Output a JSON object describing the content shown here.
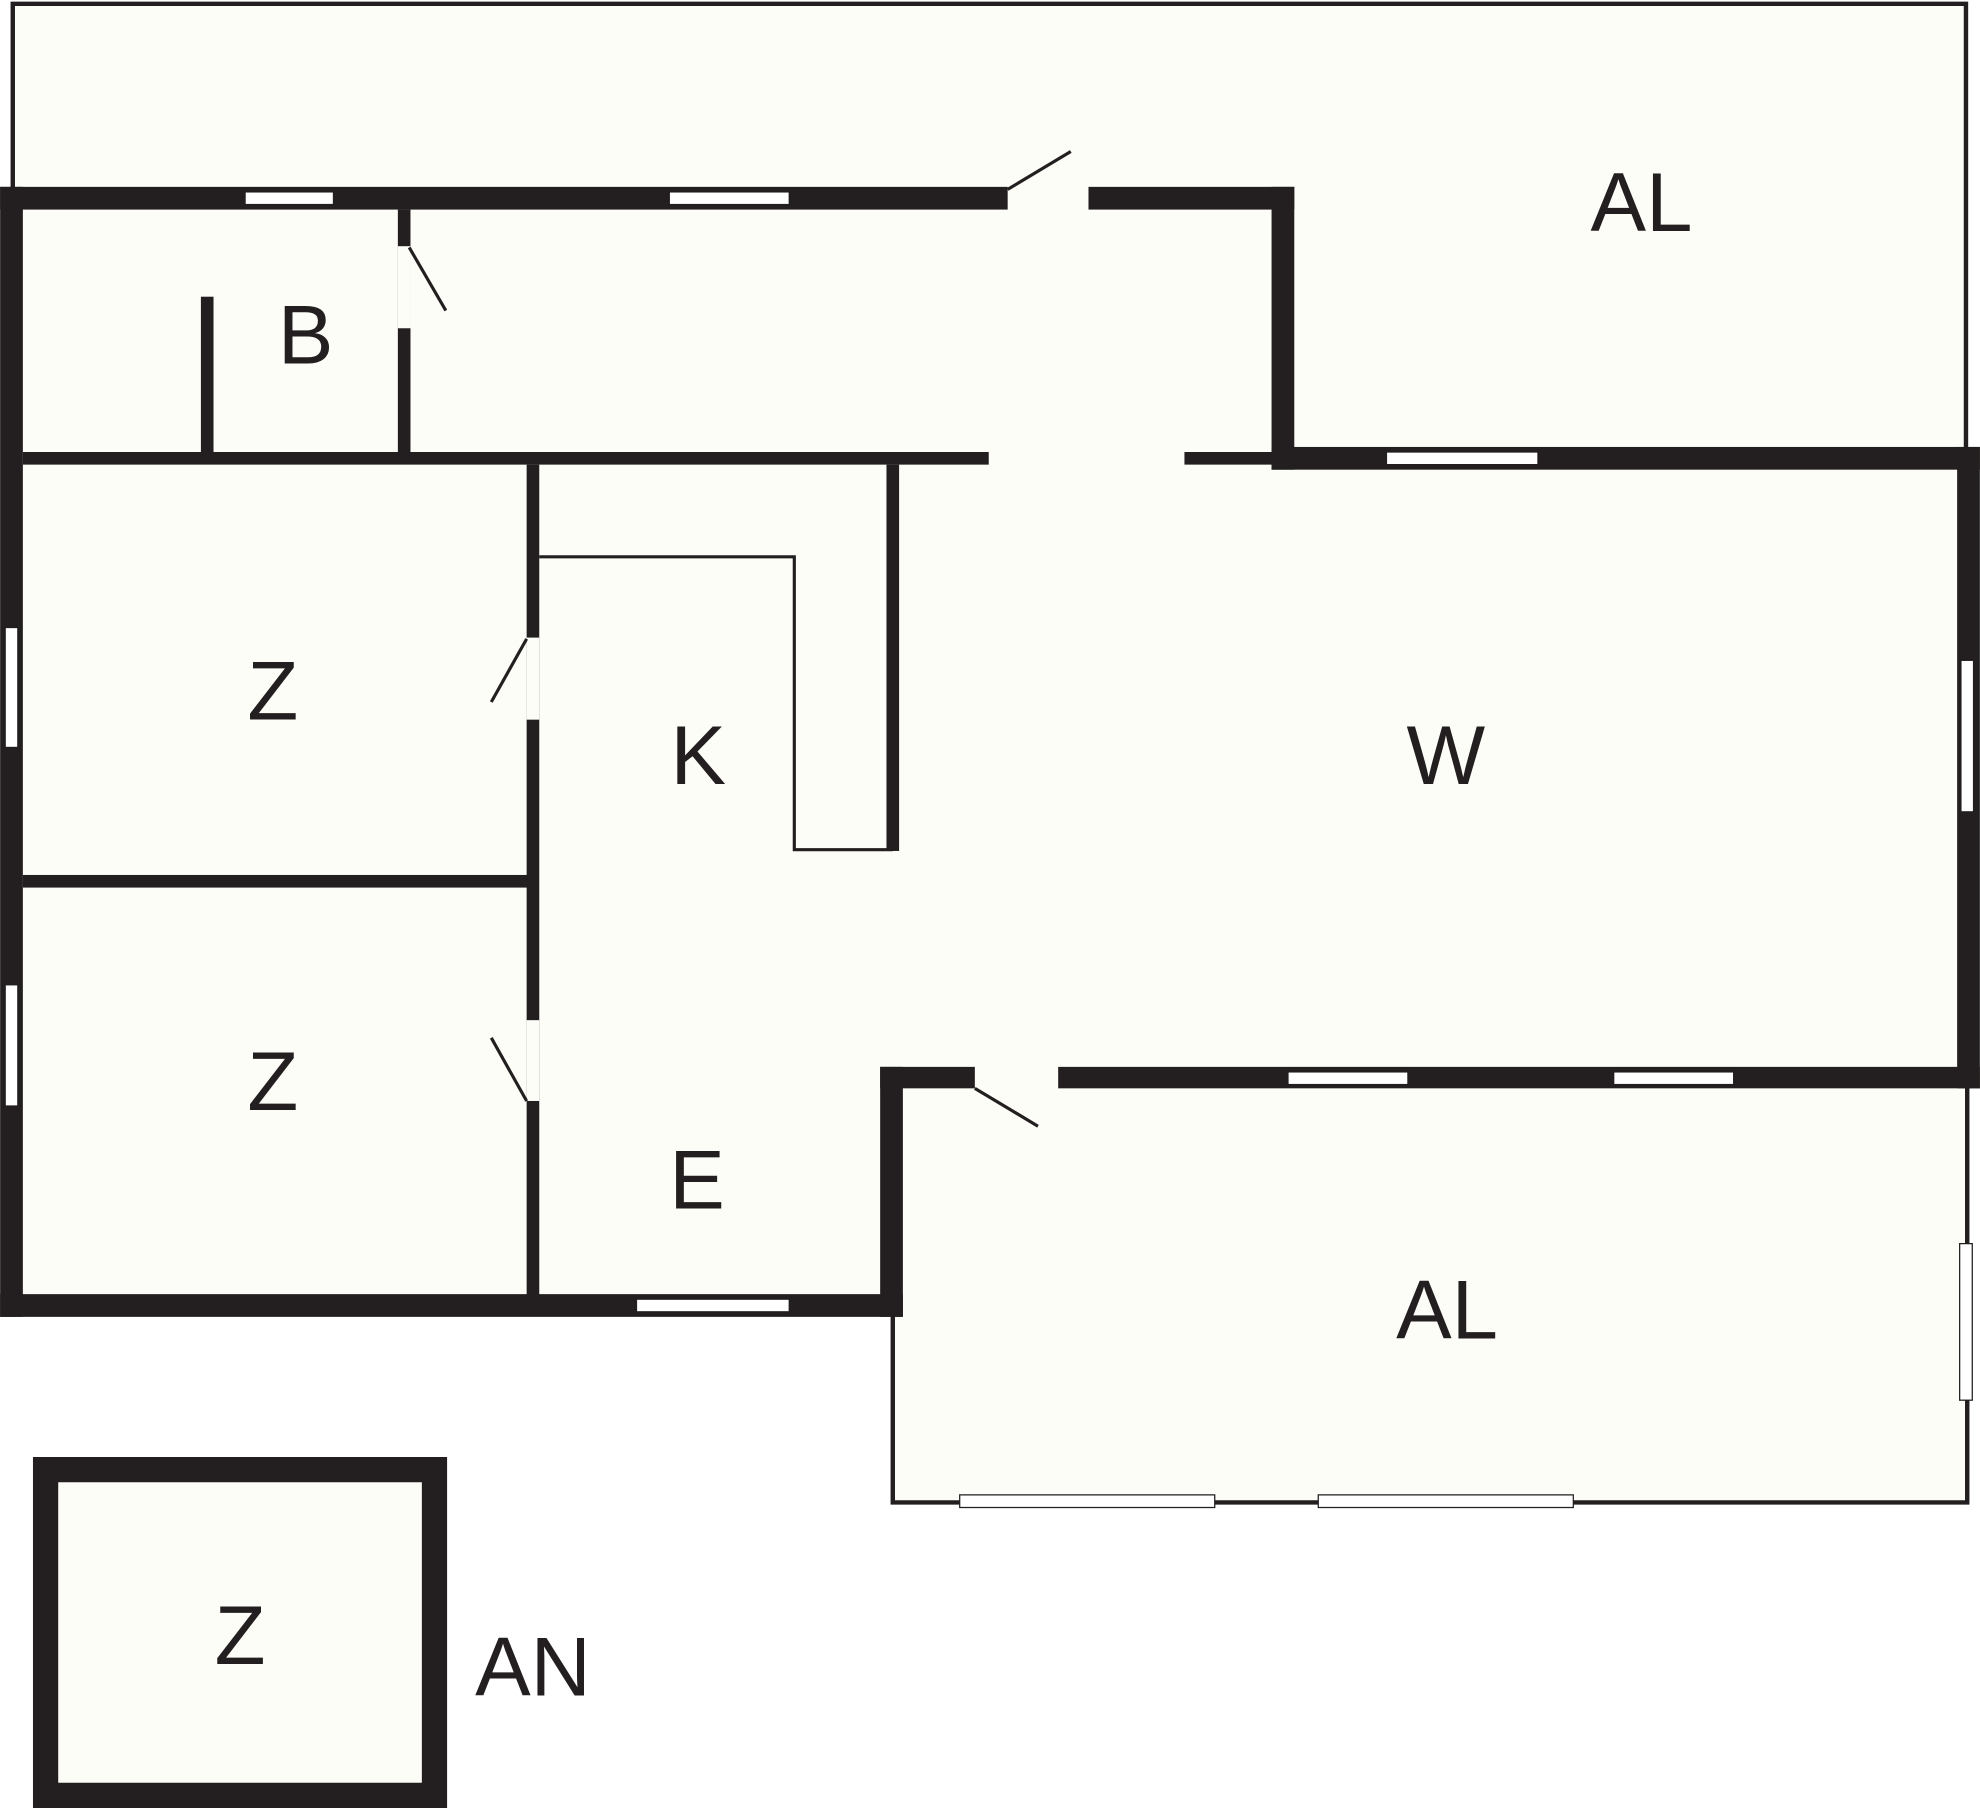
{
  "colors": {
    "wall": "#231f20",
    "floor": "#fdfdf8",
    "background": "#ffffff"
  },
  "rooms": [
    {
      "id": "balcony-top",
      "label": "AL"
    },
    {
      "id": "bathroom",
      "label": "B"
    },
    {
      "id": "bedroom-1",
      "label": "Z"
    },
    {
      "id": "kitchen",
      "label": "K"
    },
    {
      "id": "living-room",
      "label": "W"
    },
    {
      "id": "bedroom-2",
      "label": "Z"
    },
    {
      "id": "entrance",
      "label": "E"
    },
    {
      "id": "balcony-bottom",
      "label": "AL"
    },
    {
      "id": "annex-room",
      "label": "Z"
    }
  ],
  "annex_label": "AN"
}
